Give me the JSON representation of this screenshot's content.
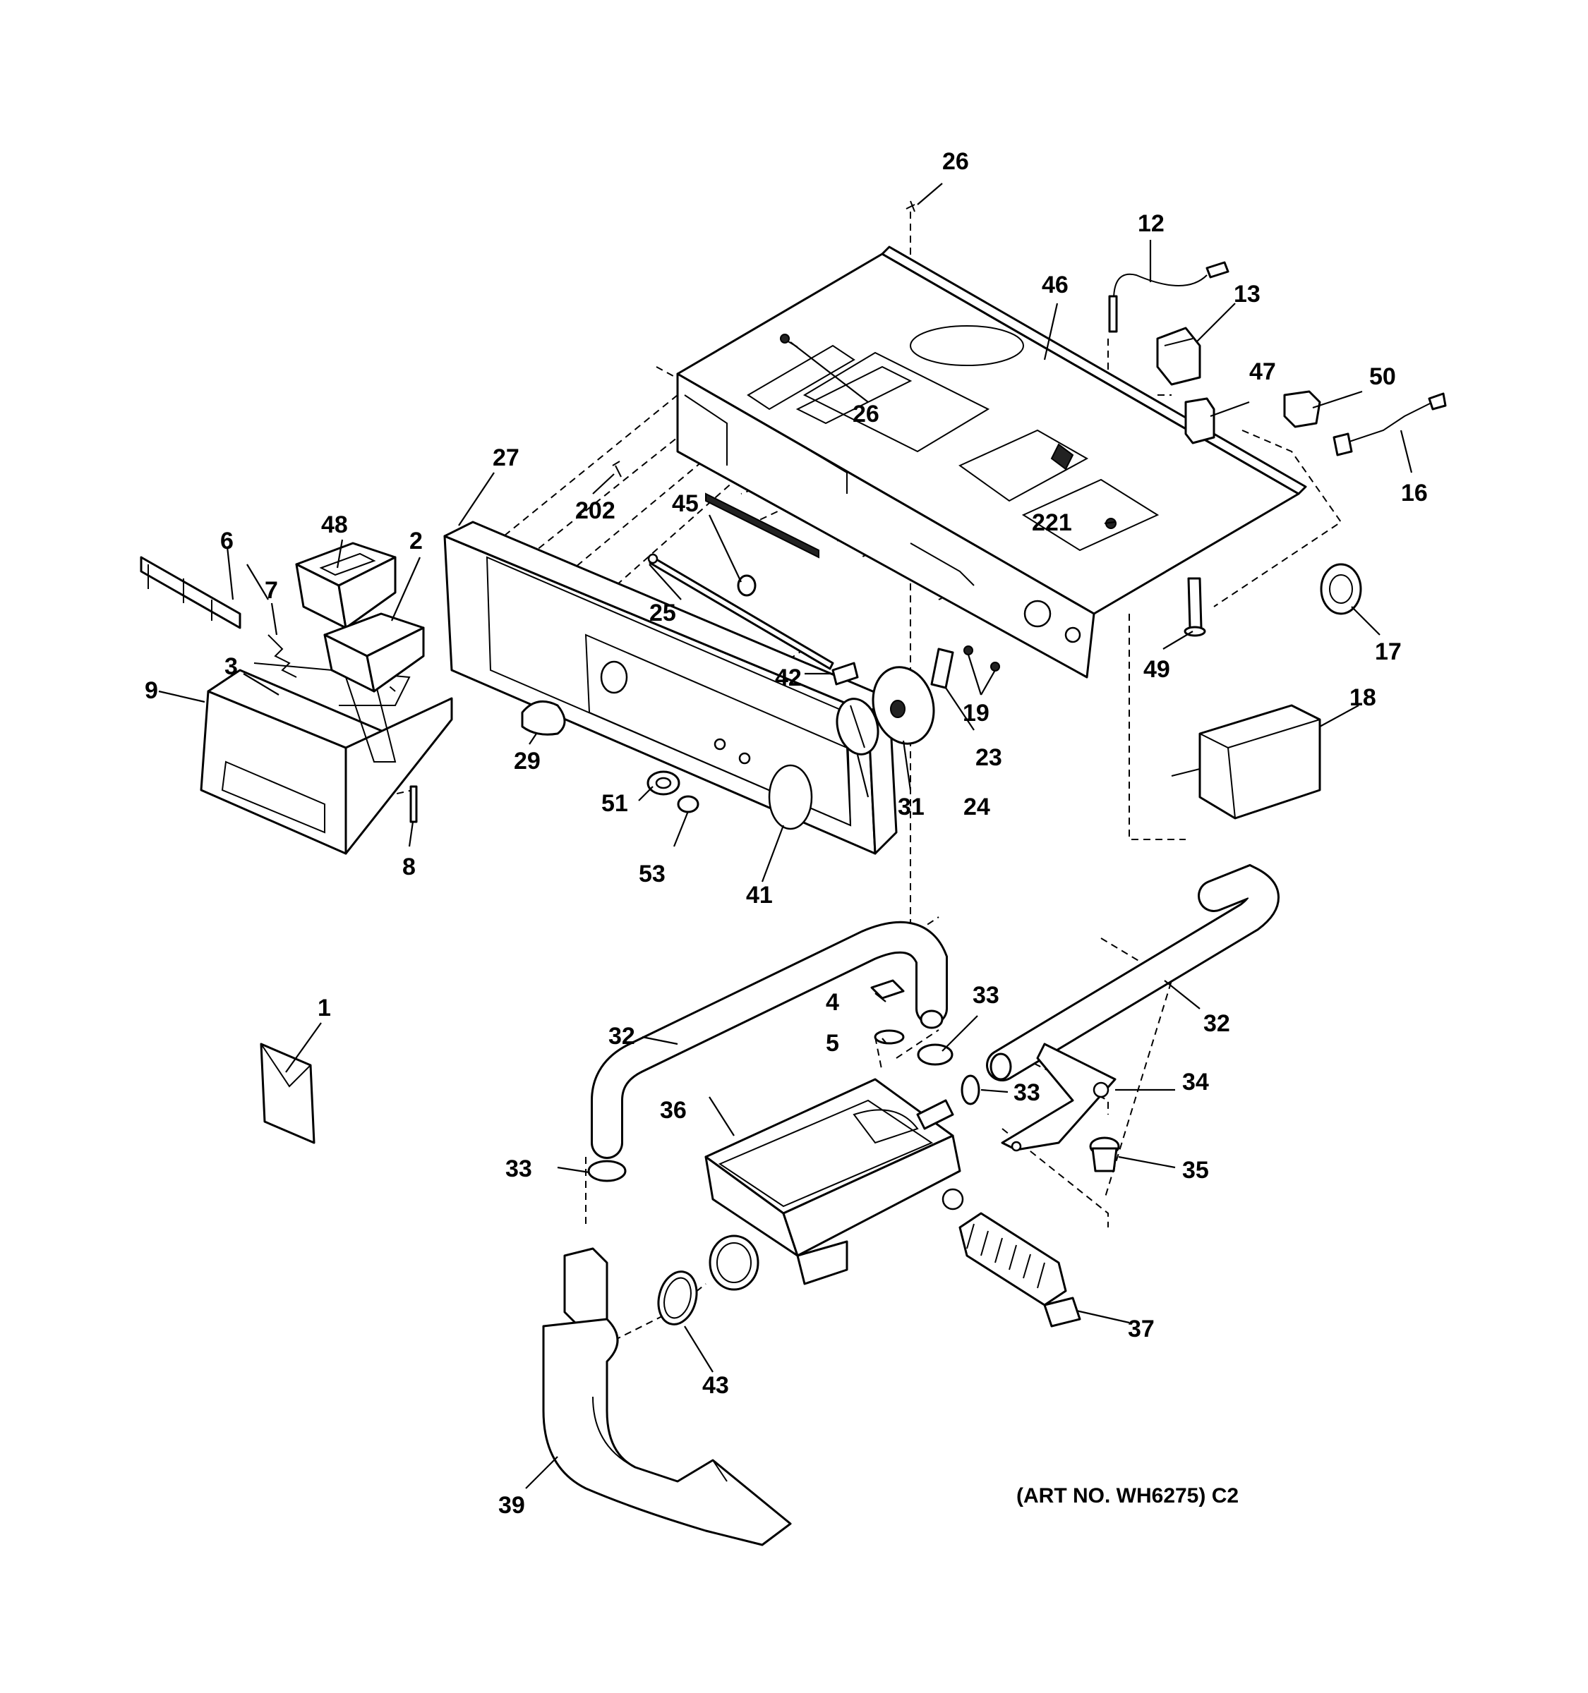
{
  "labels": {
    "l1": "1",
    "l2": "2",
    "l3": "3",
    "l4": "4",
    "l5": "5",
    "l6": "6",
    "l7": "7",
    "l8": "8",
    "l9": "9",
    "l12": "12",
    "l13": "13",
    "l16": "16",
    "l17": "17",
    "l18": "18",
    "l19": "19",
    "l23": "23",
    "l24": "24",
    "l25": "25",
    "l26a": "26",
    "l26b": "26",
    "l27": "27",
    "l29": "29",
    "l31": "31",
    "l32a": "32",
    "l32b": "32",
    "l33a": "33",
    "l33b": "33",
    "l33c": "33",
    "l34": "34",
    "l35": "35",
    "l36": "36",
    "l37": "37",
    "l39": "39",
    "l41": "41",
    "l42": "42",
    "l43": "43",
    "l45": "45",
    "l46": "46",
    "l47": "47",
    "l48": "48",
    "l49": "49",
    "l50": "50",
    "l51": "51",
    "l53": "53",
    "l202": "202",
    "l221": "221"
  },
  "art_number": "(ART NO. WH6275) C2"
}
